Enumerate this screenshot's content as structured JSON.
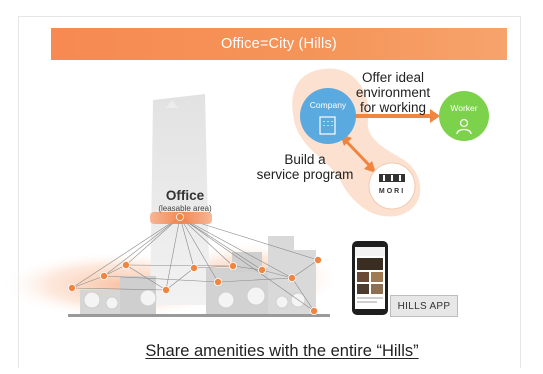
{
  "banner": {
    "title": "Office=City (Hills)"
  },
  "office": {
    "label": "Office",
    "sublabel": "(leasable area)"
  },
  "flow": {
    "offer_label_line1": "Offer ideal",
    "offer_label_line2": "environment",
    "offer_label_line3": "for working",
    "build_label_line1": "Build a",
    "build_label_line2": "service program"
  },
  "nodes": {
    "company": {
      "label": "Company",
      "icon": "building-icon"
    },
    "worker": {
      "label": "Worker",
      "icon": "person-icon"
    },
    "mori": {
      "label": "MORI",
      "icon": "mori-logo"
    }
  },
  "app": {
    "label": "HILLS APP",
    "icon": "smartphone-icon"
  },
  "footer": {
    "caption": "Share amenities with the entire “Hills”"
  },
  "colors": {
    "banner": "#f6925a",
    "accent_orange": "#f0853f",
    "company": "#5aa9df",
    "worker": "#7cd24a",
    "glow": "#fbd7c2"
  }
}
